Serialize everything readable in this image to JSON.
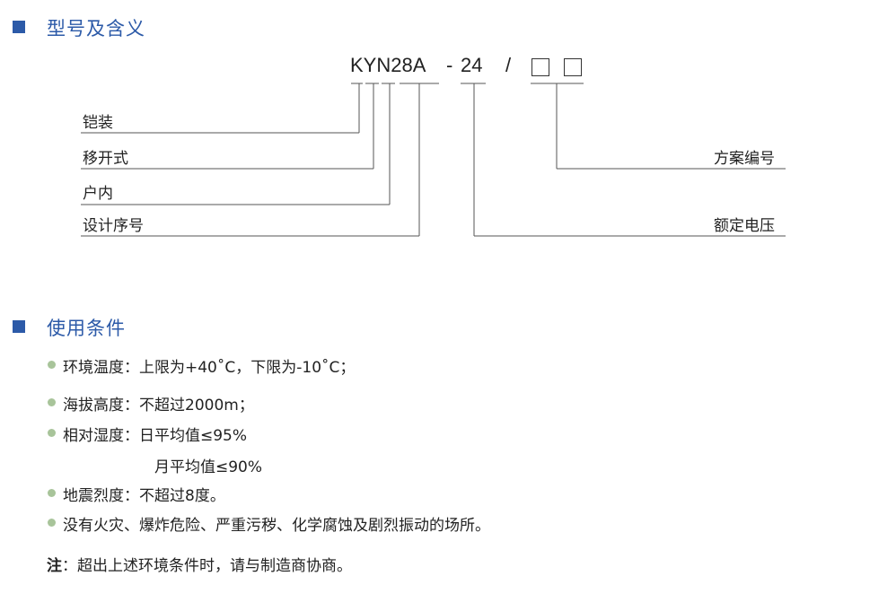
{
  "section1": {
    "title": "型号及含义"
  },
  "model": {
    "code": "KYN28A",
    "dash": "-",
    "voltage": "24",
    "slash": "/"
  },
  "meanings": {
    "armored": "铠装",
    "withdrawable": "移开式",
    "indoor": "户内",
    "design_seq": "设计序号",
    "scheme_no": "方案编号",
    "rated_voltage": "额定电压"
  },
  "section2": {
    "title": "使用条件"
  },
  "conditions": {
    "temp": "环境温度：上限为+40˚C，下限为-10˚C；",
    "altitude": "海拔高度：不超过2000m；",
    "humidity_day": "相对湿度：日平均值≤95%",
    "humidity_month": "月平均值≤90%",
    "earthquake": "地震烈度：不超过8度。",
    "environment": "没有火灾、爆炸危险、严重污秽、化学腐蚀及剧烈振动的场所。"
  },
  "note": {
    "label": "注",
    "text": "：超出上述环境条件时，请与制造商协商。"
  },
  "colors": {
    "accent": "#2c5aa8",
    "bullet": "#a8c49a"
  }
}
